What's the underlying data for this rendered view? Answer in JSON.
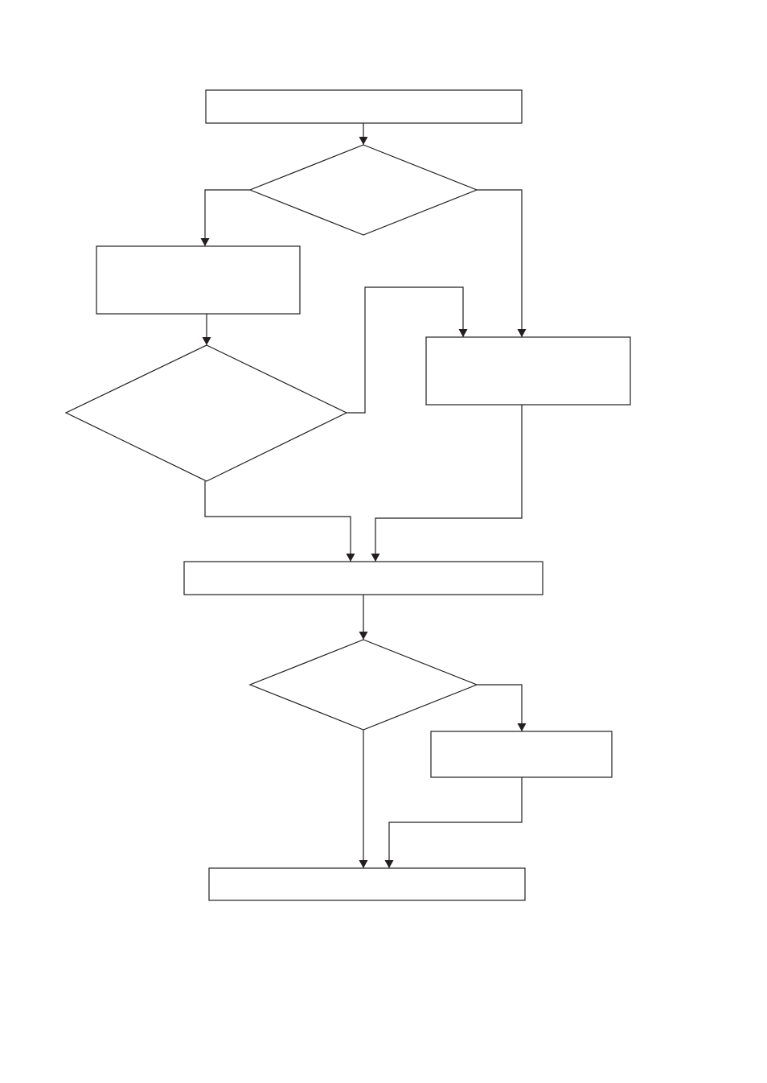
{
  "diagram": {
    "type": "flowchart",
    "stroke_color": "#231f20",
    "background_color": "#ffffff",
    "nodes": [
      {
        "id": "step-1",
        "shape": "process",
        "label": ""
      },
      {
        "id": "decision-1",
        "shape": "decision",
        "label": ""
      },
      {
        "id": "step-2",
        "shape": "process",
        "label": ""
      },
      {
        "id": "decision-2",
        "shape": "decision",
        "label": ""
      },
      {
        "id": "step-3",
        "shape": "process",
        "label": ""
      },
      {
        "id": "step-4",
        "shape": "process",
        "label": ""
      },
      {
        "id": "decision-3",
        "shape": "decision",
        "label": ""
      },
      {
        "id": "step-5",
        "shape": "process",
        "label": ""
      },
      {
        "id": "step-6",
        "shape": "process",
        "label": ""
      }
    ],
    "edges": [
      {
        "from": "step-1",
        "to": "decision-1",
        "label": ""
      },
      {
        "from": "decision-1",
        "to": "step-2",
        "label": ""
      },
      {
        "from": "decision-1",
        "to": "step-3",
        "label": ""
      },
      {
        "from": "step-2",
        "to": "decision-2",
        "label": ""
      },
      {
        "from": "decision-2",
        "to": "step-3",
        "label": ""
      },
      {
        "from": "decision-2",
        "to": "step-4",
        "label": ""
      },
      {
        "from": "step-3",
        "to": "step-4",
        "label": ""
      },
      {
        "from": "step-4",
        "to": "decision-3",
        "label": ""
      },
      {
        "from": "decision-3",
        "to": "step-5",
        "label": ""
      },
      {
        "from": "decision-3",
        "to": "step-6",
        "label": ""
      },
      {
        "from": "step-5",
        "to": "step-6",
        "label": ""
      }
    ]
  }
}
